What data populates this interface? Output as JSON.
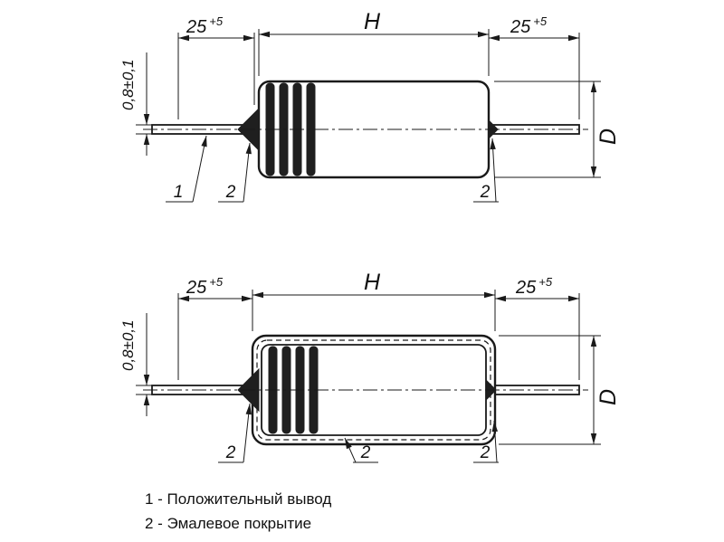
{
  "dims": {
    "lead_length": "25",
    "lead_length_tol": "+5",
    "case_length": "H",
    "lead_diameter": "0,8±0,1",
    "case_diameter": "D"
  },
  "callouts": {
    "positive_lead": "1",
    "enamel": "2"
  },
  "legend": {
    "item_1": "1 - Положительный вывод",
    "item_2": "2 - Эмалевое покрытие"
  },
  "colors": {
    "line": "#1a1a1a",
    "background": "#ffffff"
  }
}
